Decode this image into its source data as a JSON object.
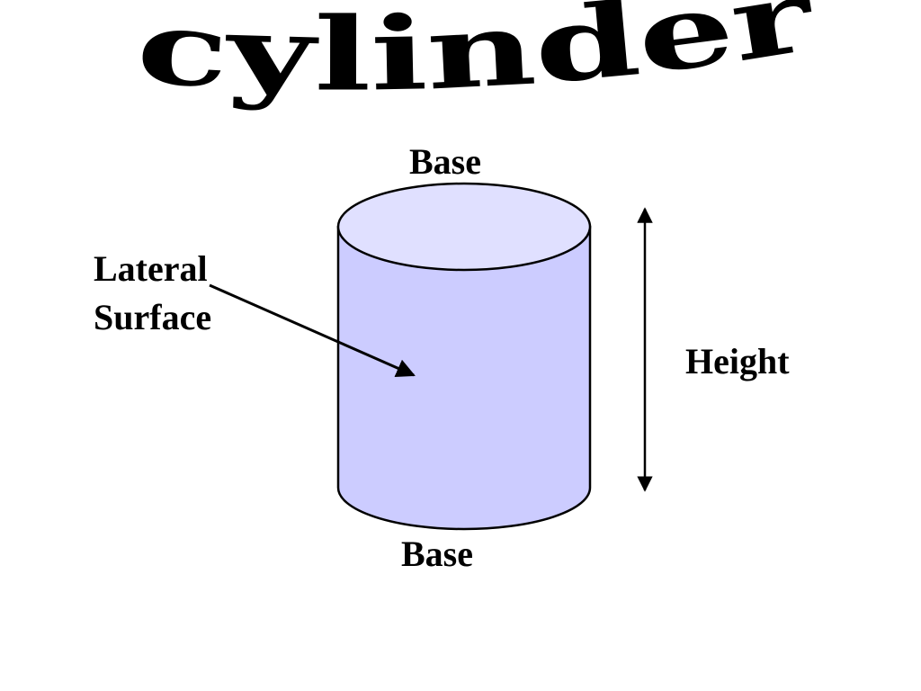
{
  "title": "cylinder",
  "labels": {
    "top_base": "Base",
    "bottom_base": "Base",
    "height": "Height",
    "lateral_line1": "Lateral",
    "lateral_line2": "Surface"
  },
  "colors": {
    "top_face": "#e0e0ff",
    "side_face": "#ccccff",
    "outline": "#000000",
    "text": "#000000"
  }
}
